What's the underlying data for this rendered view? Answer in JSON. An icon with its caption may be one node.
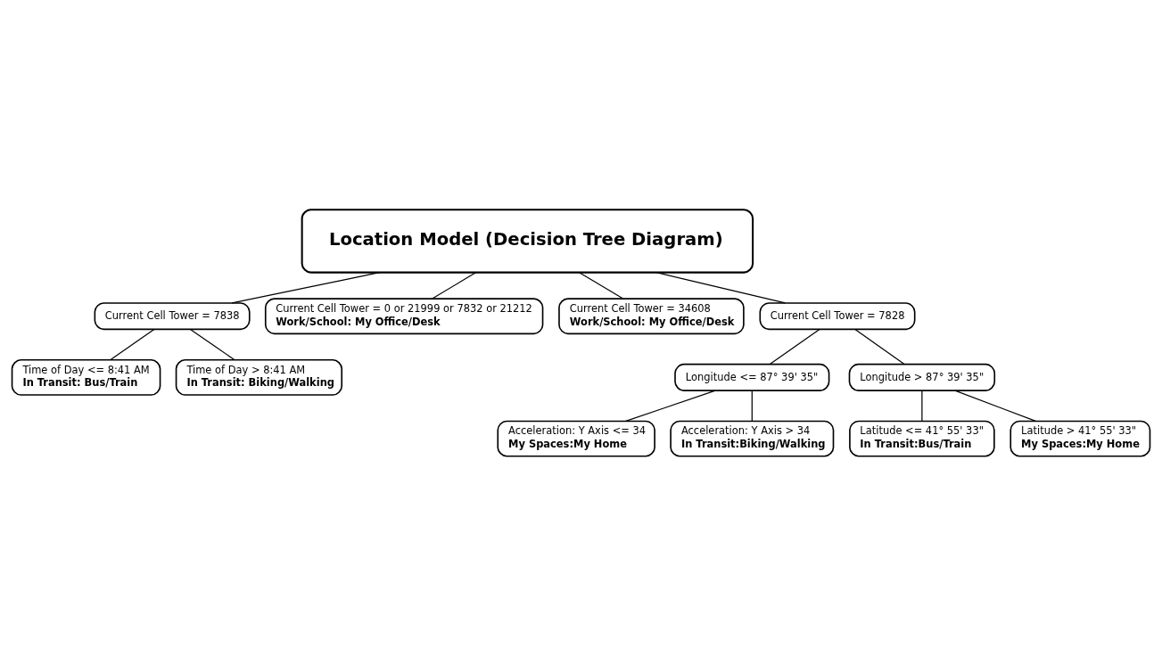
{
  "diagram": {
    "nodes": [
      {
        "text": [
          "Location Model (Decision Tree Diagram)"
        ]
      },
      {
        "text": [
          "Current Cell Tower = 7838"
        ]
      },
      {
        "text": [
          "Time of Day <= 8:41 AM",
          "In Transit: Bus/Train"
        ]
      },
      {
        "text": [
          "Time of Day > 8:41 AM",
          "In Transit: Biking/Walking"
        ]
      },
      {
        "text": [
          "Current Cell Tower = 0 or 21999 or 7832 or 21212",
          "Work/School: My Office/Desk"
        ]
      },
      {
        "text": [
          "Current Cell Tower = 34608",
          "Work/School: My Office/Desk"
        ]
      },
      {
        "text": [
          "Current Cell Tower = 7828"
        ]
      },
      {
        "text": [
          "Longitude <= 87° 39' 35\""
        ]
      },
      {
        "text": [
          "Longitude > 87° 39' 35\""
        ]
      },
      {
        "text": [
          "Acceleration: Y Axis <= 34",
          "My Spaces:My Home"
        ]
      },
      {
        "text": [
          "Acceleration: Y Axis > 34",
          "In Transit:Biking/Walking"
        ]
      },
      {
        "text": [
          "Latitude <= 41° 55' 33\"",
          "In Transit:Bus/Train"
        ]
      },
      {
        "text": [
          "Latitude > 41° 55' 33\"",
          "My Spaces:My Home"
        ]
      }
    ],
    "edges": [
      {
        "from": 0,
        "to": 1,
        "arrow": "none"
      },
      {
        "from": 1,
        "to": 2,
        "arrow": "none"
      },
      {
        "from": 1,
        "to": 3,
        "arrow": "none"
      },
      {
        "from": 0,
        "to": 4,
        "arrow": "none"
      },
      {
        "from": 0,
        "to": 5,
        "arrow": "none"
      },
      {
        "from": 0,
        "to": 6,
        "arrow": "none"
      },
      {
        "from": 6,
        "to": 7,
        "arrow": "none"
      },
      {
        "from": 6,
        "to": 8,
        "arrow": "none"
      },
      {
        "from": 7,
        "to": 9,
        "arrow": "none"
      },
      {
        "from": 7,
        "to": 10,
        "arrow": "none"
      },
      {
        "from": 8,
        "to": 11,
        "arrow": "none"
      },
      {
        "from": 8,
        "to": 12,
        "arrow": "none"
      }
    ]
  }
}
